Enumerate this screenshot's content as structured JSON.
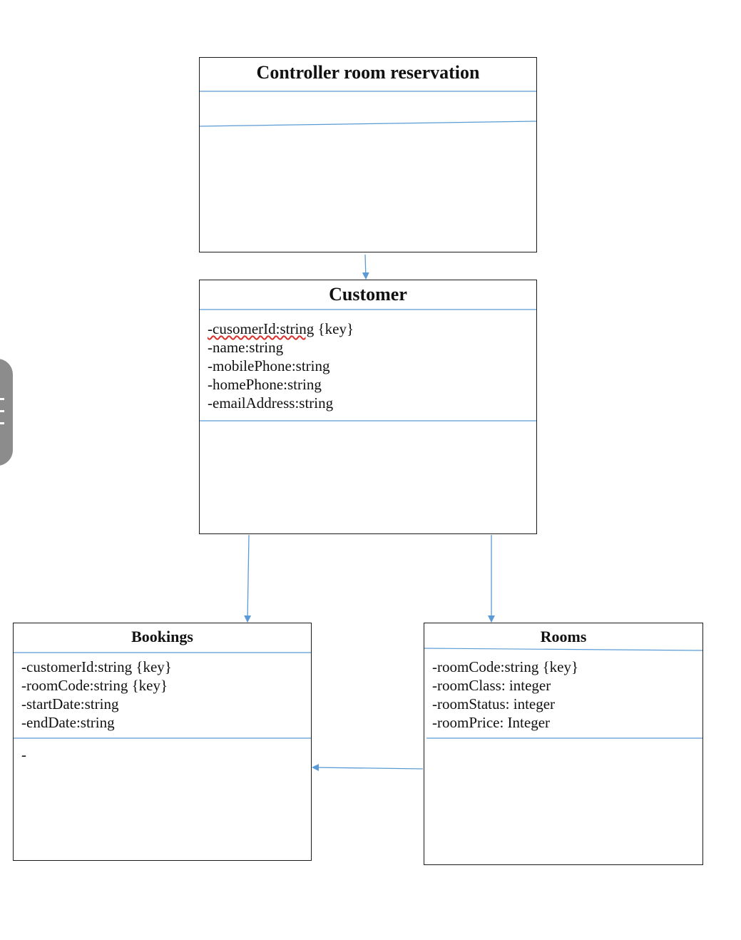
{
  "diagram": {
    "classes": {
      "controller": {
        "name": "Controller room reservation",
        "attributes": [],
        "operations": []
      },
      "customer": {
        "name": "Customer",
        "attributes": [
          {
            "misspelled": "-cusomerId:string",
            "rest": " {key}"
          },
          {
            "text": "-name:string"
          },
          {
            "text": "-mobilePhone:string"
          },
          {
            "text": "-homePhone:string"
          },
          {
            "text": "-emailAddress:string"
          }
        ],
        "operations": []
      },
      "bookings": {
        "name": "Bookings",
        "attributes": [
          "-customerId:string {key}",
          "-roomCode:string {key}",
          "-startDate:string",
          "-endDate:string"
        ],
        "operations": [
          "-"
        ]
      },
      "rooms": {
        "name": "Rooms",
        "attributes": [
          "-roomCode:string {key}",
          "-roomClass: integer",
          "-roomStatus: integer",
          "-roomPrice: Integer"
        ],
        "operations": []
      }
    },
    "relationships": [
      {
        "from": "Controller room reservation",
        "to": "Customer",
        "type": "directed-association"
      },
      {
        "from": "Customer",
        "to": "Bookings",
        "type": "directed-association"
      },
      {
        "from": "Customer",
        "to": "Rooms",
        "type": "directed-association"
      },
      {
        "from": "Rooms",
        "to": "Bookings",
        "type": "directed-association"
      }
    ],
    "colors": {
      "divider": "#5b9bd5",
      "connector": "#5b9bd5",
      "border": "#1a1a1a",
      "spellcheck": "#d9302c",
      "side_tab": "#8c8c8c"
    }
  }
}
